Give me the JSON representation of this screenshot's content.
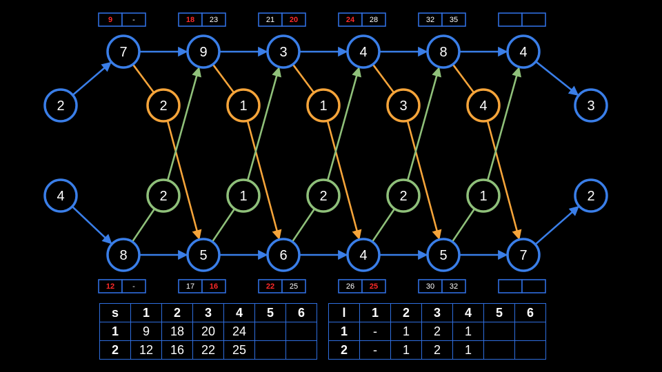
{
  "colors": {
    "station": "#3a7ee8",
    "transfer_from_line1": "#f5a43a",
    "transfer_from_line2": "#8fc07a",
    "highlight_text": "#ff2a2a",
    "plain_text": "#ffffff",
    "box_border": "#2f6fe0"
  },
  "entry": {
    "line1": "2",
    "line2": "4"
  },
  "exit": {
    "line1": "3",
    "line2": "2"
  },
  "line1": {
    "stations": [
      "7",
      "9",
      "3",
      "4",
      "8",
      "4"
    ],
    "transfer_to_line2": [
      "2",
      "1",
      "1",
      "3",
      "4"
    ],
    "boxes": [
      {
        "left": "9",
        "right": "-",
        "left_red": true,
        "right_red": false
      },
      {
        "left": "18",
        "right": "23",
        "left_red": true,
        "right_red": false
      },
      {
        "left": "21",
        "right": "20",
        "left_red": false,
        "right_red": true
      },
      {
        "left": "24",
        "right": "28",
        "left_red": true,
        "right_red": false
      },
      {
        "left": "32",
        "right": "35",
        "left_red": false,
        "right_red": false
      },
      {
        "left": "",
        "right": "",
        "left_red": false,
        "right_red": false
      }
    ]
  },
  "line2": {
    "stations": [
      "8",
      "5",
      "6",
      "4",
      "5",
      "7"
    ],
    "transfer_to_line1": [
      "2",
      "1",
      "2",
      "2",
      "1"
    ],
    "boxes": [
      {
        "left": "12",
        "right": "-",
        "left_red": true,
        "right_red": false
      },
      {
        "left": "17",
        "right": "16",
        "left_red": false,
        "right_red": true
      },
      {
        "left": "22",
        "right": "25",
        "left_red": true,
        "right_red": false
      },
      {
        "left": "26",
        "right": "25",
        "left_red": false,
        "right_red": true
      },
      {
        "left": "30",
        "right": "32",
        "left_red": false,
        "right_red": false
      },
      {
        "left": "",
        "right": "",
        "left_red": false,
        "right_red": false
      }
    ]
  },
  "table_s": {
    "header": [
      "s",
      "1",
      "2",
      "3",
      "4",
      "5",
      "6"
    ],
    "rows": [
      [
        "1",
        "9",
        "18",
        "20",
        "24",
        "",
        ""
      ],
      [
        "2",
        "12",
        "16",
        "22",
        "25",
        "",
        ""
      ]
    ]
  },
  "table_l": {
    "header": [
      "l",
      "1",
      "2",
      "3",
      "4",
      "5",
      "6"
    ],
    "rows": [
      [
        "1",
        "-",
        "1",
        "2",
        "1",
        "",
        ""
      ],
      [
        "2",
        "-",
        "1",
        "2",
        "1",
        "",
        ""
      ]
    ]
  }
}
